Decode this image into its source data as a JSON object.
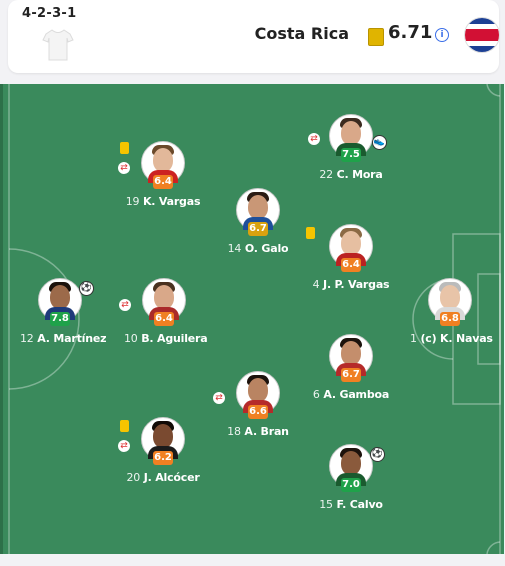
{
  "header": {
    "formation": "4-2-3-1",
    "team_name": "Costa Rica",
    "team_rating": "6.71",
    "info_glyph": "i",
    "shirt_icon": "shirt-icon",
    "flag_icon": "costa-rica-flag-icon"
  },
  "colors": {
    "pitch": "#3a8a5c",
    "rating_orange": "#f08022",
    "rating_yellow": "#d9a20f",
    "rating_green": "#1fa24a",
    "yellow_card": "#f5c400"
  },
  "players": [
    {
      "number": "22",
      "name": "C. Mora",
      "rating": "7.5"
    },
    {
      "number": "19",
      "name": "K. Vargas",
      "rating": "6.4"
    },
    {
      "number": "14",
      "name": "O. Galo",
      "rating": "6.7"
    },
    {
      "number": "4",
      "name": "J. P. Vargas",
      "rating": "6.4"
    },
    {
      "number": "12",
      "name": "A. Martínez",
      "rating": "7.8"
    },
    {
      "number": "10",
      "name": "B. Aguilera",
      "rating": "6.4"
    },
    {
      "number": "1",
      "name": "(c) K. Navas",
      "rating": "6.8"
    },
    {
      "number": "6",
      "name": "A. Gamboa",
      "rating": "6.7"
    },
    {
      "number": "18",
      "name": "A. Bran",
      "rating": "6.6"
    },
    {
      "number": "20",
      "name": "J. Alcócer",
      "rating": "6.2"
    },
    {
      "number": "15",
      "name": "F. Calvo",
      "rating": "7.0"
    }
  ]
}
